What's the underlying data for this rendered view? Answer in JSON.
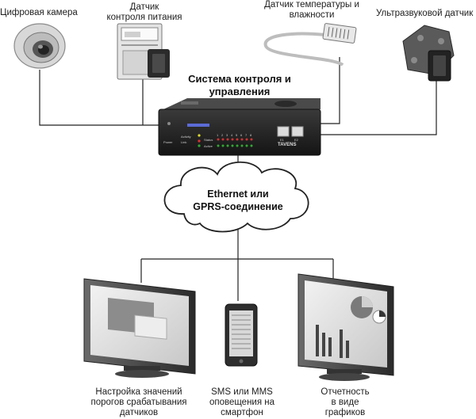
{
  "sensors": [
    {
      "label": "Цифровая камера"
    },
    {
      "label_line1": "Датчик",
      "label_line2": "контроля питания"
    },
    {
      "label_line1": "Датчик температуры и",
      "label_line2": "влажности"
    },
    {
      "label": "Ультразвуковой датчик"
    }
  ],
  "controller": {
    "title_line1": "Система контроля и",
    "title_line2": "управления",
    "brand": "TAVENS",
    "panel_labels": {
      "power": "Power",
      "link": "Link",
      "activity": "Activity",
      "status": "Status",
      "active": "Active"
    },
    "port_numbers": [
      "1",
      "2",
      "3",
      "4",
      "5",
      "6",
      "7",
      "8"
    ],
    "ethernet_ports": [
      "E1",
      "E2"
    ]
  },
  "network": {
    "line1": "Ethernet или",
    "line2": "GPRS-соединение"
  },
  "outputs": [
    {
      "line1": "Настройка значений",
      "line2": "порогов срабатывания",
      "line3": "датчиков"
    },
    {
      "line1": "SMS или MMS",
      "line2": "оповещения на",
      "line3": "смартфон"
    },
    {
      "line1": "Отчетность",
      "line2": "в виде",
      "line3": "графиков"
    }
  ]
}
